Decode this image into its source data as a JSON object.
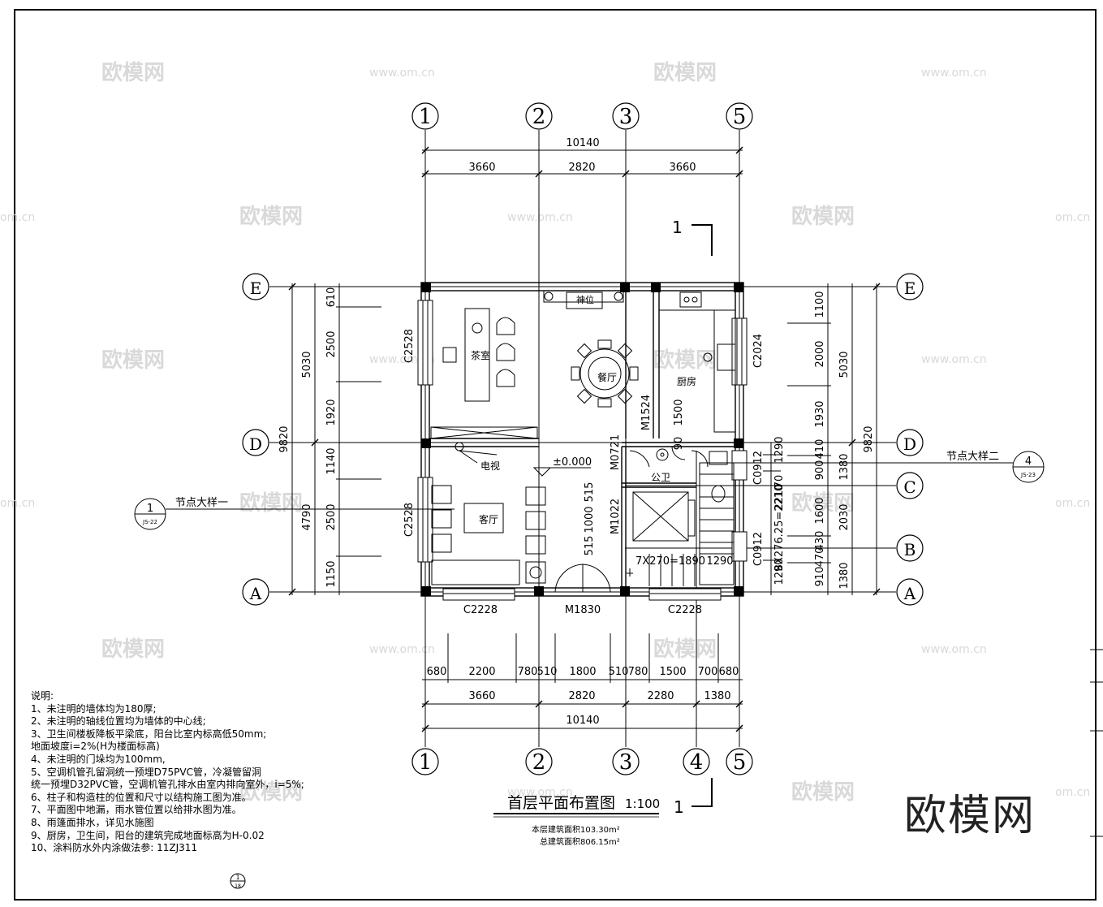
{
  "axes": {
    "vertical_top": [
      "1",
      "2",
      "3",
      "5"
    ],
    "vertical_bottom": [
      "1",
      "2",
      "3",
      "4",
      "5"
    ],
    "horizontal_left": [
      "E",
      "D",
      "A"
    ],
    "horizontal_right": [
      "E",
      "D",
      "C",
      "B",
      "A"
    ]
  },
  "dimensions": {
    "top_total": "10140",
    "top_segments": [
      "3660",
      "2820",
      "3660"
    ],
    "bottom_detail": [
      "680",
      "2200",
      "780",
      "510",
      "1800",
      "510",
      "780",
      "1500",
      "700",
      "680"
    ],
    "bottom_segments": [
      "3660",
      "2820",
      "2280",
      "1380"
    ],
    "bottom_total": "10140",
    "left_total": "9820",
    "left_mid": [
      "5030",
      "4790"
    ],
    "left_detail": [
      "610",
      "2500",
      "1920",
      "1140",
      "2500",
      "1150"
    ],
    "right_total": "9820",
    "right_mid": [
      "5030",
      "2030",
      "1380"
    ],
    "right_detail": [
      "1100",
      "2000",
      "1930",
      "410",
      "900",
      "1380",
      "1600",
      "430",
      "470",
      "910"
    ],
    "right_stair_col": [
      "1290",
      "70",
      "2210",
      "8X276.25=2210",
      "1290"
    ],
    "stair_horizontal": "7X270=1890",
    "stair_horizontal_2": "1290",
    "small": [
      "90",
      "1500"
    ],
    "door_col": [
      "515",
      "1000",
      "515"
    ]
  },
  "rooms": {
    "tea": "茶室",
    "dining": "餐厅",
    "kitchen": "厨房",
    "tv": "电视",
    "living": "客厅",
    "wc": "公卫",
    "shrine": "神位",
    "elevation": "±0.000"
  },
  "openings": {
    "c2528_top": "C2528",
    "c2528_bottom": "C2528",
    "c2024": "C2024",
    "c0912_top": "C0912",
    "c0912_bottom": "C0912",
    "c2228_left": "C2228",
    "c2228_right": "C2228",
    "m1830": "M1830",
    "m1524": "M1524",
    "m0721": "M0721",
    "m1022": "M1022"
  },
  "callouts": {
    "detail_1_label": "节点大样一",
    "detail_1_num": "1",
    "detail_1_ref": "JS-22",
    "detail_2_label": "节点大样二",
    "detail_2_num": "4",
    "detail_2_ref": "JS-23",
    "section_num_top": "1",
    "section_num_bottom": "1"
  },
  "title": {
    "main": "首层平面布置图",
    "scale": "1:100",
    "area_floor": "本层建筑面积103.30m²",
    "area_total": "总建筑面积806.15m²"
  },
  "notes": {
    "heading": "说明:",
    "items": [
      "1、未注明的墙体均为180厚;",
      "2、未注明的轴线位置均为墙体的中心线;",
      "3、卫生间楼板降板平梁底，阳台比室内标高低50mm;",
      "   地面坡度i=2%(H为楼面标高)",
      "4、未注明的门垛均为100mm,",
      "5、空调机管孔留洞统一预埋D75PVC管，冷凝管留洞",
      "   统一预埋D32PVC管，空调机管孔排水由室内排向室外，i=5%;",
      "6、柱子和构造柱的位置和尺寸以结构施工图为准。",
      "7、平面图中地漏，雨水管位置以给排水图为准。",
      "8、雨篷面排水，详见水施图",
      "9、厨房，卫生间，阳台的建筑完成地面标高为H-0.02",
      "10、涂料防水外内涂做法参: 11ZJ311"
    ],
    "note10_symbol_top": "1",
    "note10_symbol_bottom": "18"
  },
  "watermarks": {
    "brand": "欧模网",
    "url": "www.om.cn",
    "url_short": "om.cn"
  }
}
